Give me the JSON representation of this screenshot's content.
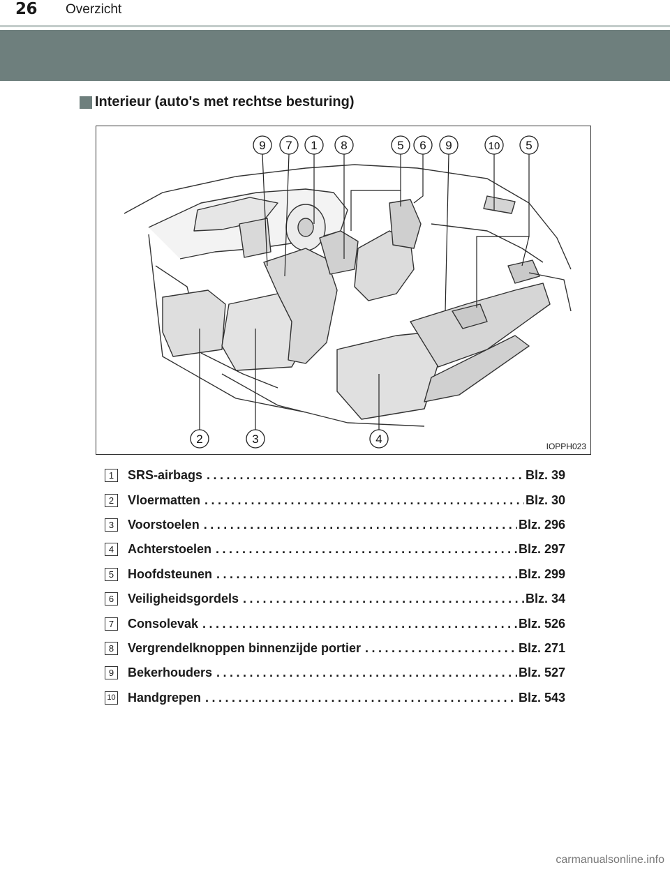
{
  "header": {
    "page_number": "26",
    "section": "Overzicht"
  },
  "subheading": "Interieur (auto's met rechtse besturing)",
  "figure": {
    "code": "IOPPH023",
    "top_callouts": [
      "9",
      "7",
      "1",
      "8",
      "5",
      "6",
      "9",
      "10",
      "5"
    ],
    "bottom_callouts": [
      "2",
      "3",
      "4"
    ]
  },
  "items": [
    {
      "num": "1",
      "label": "SRS-airbags",
      "page": "Blz. 39"
    },
    {
      "num": "2",
      "label": "Vloermatten",
      "page": "Blz. 30"
    },
    {
      "num": "3",
      "label": "Voorstoelen",
      "page": "Blz. 296"
    },
    {
      "num": "4",
      "label": "Achterstoelen",
      "page": "Blz. 297"
    },
    {
      "num": "5",
      "label": "Hoofdsteunen",
      "page": "Blz. 299"
    },
    {
      "num": "6",
      "label": "Veiligheidsgordels",
      "page": "Blz. 34"
    },
    {
      "num": "7",
      "label": "Consolevak",
      "page": "Blz. 526"
    },
    {
      "num": "8",
      "label": "Vergrendelknoppen binnenzijde portier",
      "page": "Blz. 271"
    },
    {
      "num": "9",
      "label": "Bekerhouders",
      "page": "Blz. 527"
    },
    {
      "num": "10",
      "label": "Handgrepen",
      "page": "Blz. 543"
    }
  ],
  "watermark": "carmanualsonline.info"
}
